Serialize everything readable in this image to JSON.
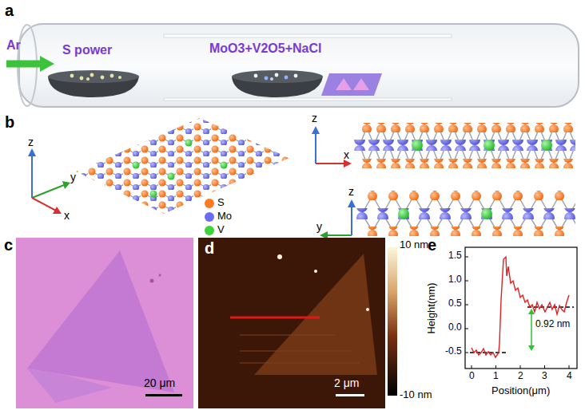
{
  "diagram": {
    "labels": [
      "a",
      "Ar",
      "S power",
      "MoO3+V2O5+NaCl",
      "b",
      "z",
      "y",
      "x",
      "z",
      "x",
      "z",
      "y",
      "c",
      "20 μm",
      "d",
      "2 μm",
      "10 nm",
      "-10 nm",
      "e",
      "Height(nm)",
      "-0.5",
      "0.0",
      "0.5",
      "1.0",
      "1.5",
      "0",
      "1",
      "2",
      "3",
      "4",
      "Position(μm)",
      "0.92 nm"
    ],
    "legend": [
      {
        "text": "S",
        "color": "#ff7a1f"
      },
      {
        "text": "Mo",
        "color": "#6c6cf0"
      },
      {
        "text": "V",
        "color": "#3bd43b"
      }
    ]
  }
}
